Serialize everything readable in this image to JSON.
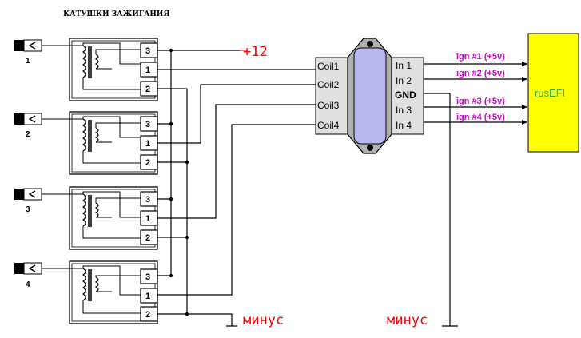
{
  "title": "КАТУШКИ ЗАЖИГАНИЯ",
  "coils": [
    {
      "number": "1",
      "pin_top": "3",
      "pin_mid": "1",
      "pin_bot": "2"
    },
    {
      "number": "2",
      "pin_top": "3",
      "pin_mid": "1",
      "pin_bot": "2"
    },
    {
      "number": "3",
      "pin_top": "3",
      "pin_mid": "1",
      "pin_bot": "2"
    },
    {
      "number": "4",
      "pin_top": "3",
      "pin_mid": "1",
      "pin_bot": "2"
    }
  ],
  "supply_label": "+12",
  "ground_left": "минус",
  "ground_right": "минус",
  "module": {
    "left_pins": [
      "Coil1",
      "Coil2",
      "Coil3",
      "Coil4"
    ],
    "right_pins": [
      "In 1",
      "In 2",
      "GND",
      "In 3",
      "In 4"
    ]
  },
  "ign_lines": [
    "ign #1 (+5v)",
    "ign #2 (+5v)",
    "ign #3 (+5v)",
    "ign #4 (+5v)"
  ],
  "ecu_label": "rusEFI",
  "colors": {
    "supply": "#ff0000",
    "ign": "#cc00cc",
    "ecu_fill": "#ffff00",
    "ecu_text": "#44aa44",
    "module_window": "#b8b8f0"
  }
}
